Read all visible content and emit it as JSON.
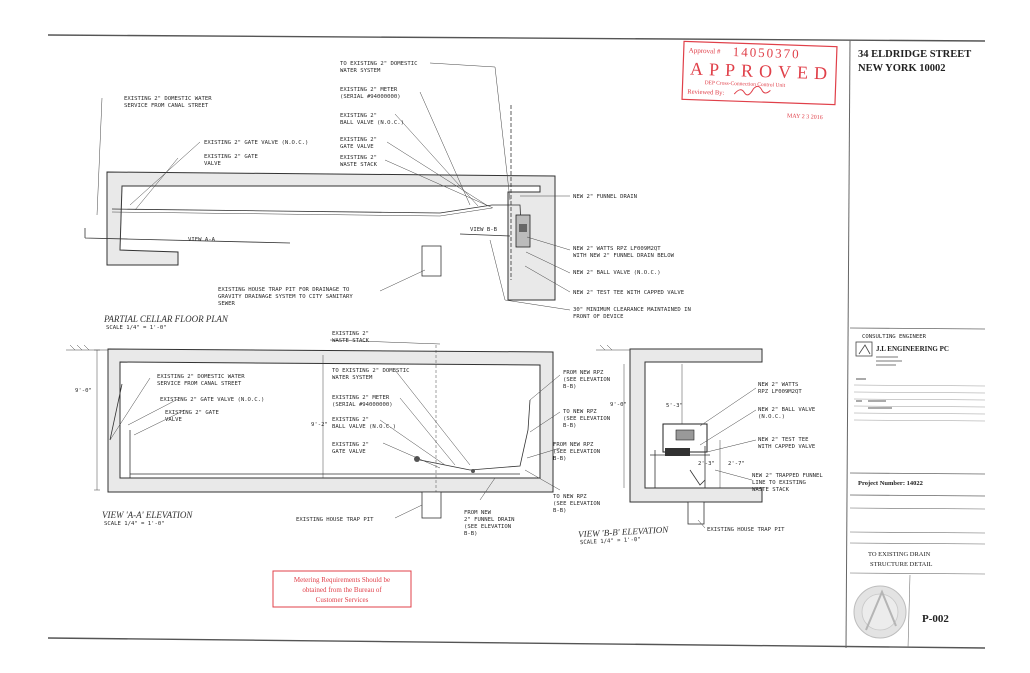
{
  "address": {
    "line1": "34 ELDRIDGE STREET",
    "line2": "NEW YORK 10002"
  },
  "stamp": {
    "approval_label": "Approval #",
    "approval_number": "14050370",
    "status": "APPROVED",
    "subtitle": "DEP Cross-Connection Control Unit",
    "reviewed_by": "Reviewed By:",
    "date": "MAY 2 3 2016",
    "color": "#e0404a"
  },
  "plan": {
    "title": "PARTIAL CELLAR FLOOR PLAN",
    "scale": "SCALE 1/4\" = 1'-0\"",
    "labels": [
      "TO EXISTING 2\" DOMESTIC",
      "WATER SYSTEM",
      "EXISTING 2\" DOMESTIC WATER",
      "SERVICE FROM CANAL STREET",
      "EXISTING 2\" METER",
      "(SERIAL #94000000)",
      "EXISTING 2\"",
      "BALL VALVE (N.O.C.)",
      "EXISTING 2\" GATE VALVE (N.O.C.)",
      "EXISTING 2\" GATE",
      "VALVE",
      "EXISTING 2\"",
      "GATE VALVE",
      "EXISTING 2\"",
      "WASTE STACK",
      "NEW 2\" FUNNEL DRAIN",
      "NEW 2\" WATTS RPZ LF009M2QT",
      "WITH NEW 2\" FUNNEL DRAIN BELOW",
      "NEW 2\" BALL VALVE (N.O.C.)",
      "NEW 2\" TEST TEE WITH CAPPED VALVE",
      "30\" MINIMUM CLEARANCE MAINTAINED IN",
      "FRONT OF DEVICE",
      "EXISTING HOUSE TRAP PIT FOR DRAINAGE TO",
      "GRAVITY DRAINAGE SYSTEM TO CITY SANITARY",
      "SEWER",
      "VIEW A-A",
      "VIEW B-B"
    ]
  },
  "elev_a": {
    "title": "VIEW 'A-A' ELEVATION",
    "scale": "SCALE 1/4\" = 1'-0\"",
    "dim": "9'-0\"",
    "dim2": "9'-2\"",
    "labels": [
      "EXISTING 2\"",
      "WASTE STACK",
      "EXISTING 2\" DOMESTIC WATER",
      "SERVICE FROM CANAL STREET",
      "TO EXISTING 2\" DOMESTIC",
      "WATER SYSTEM",
      "EXISTING 2\" GATE VALVE (N.O.C.)",
      "EXISTING 2\" GATE",
      "VALVE",
      "EXISTING 2\" METER",
      "(SERIAL #94000000)",
      "EXISTING 2\"",
      "BALL VALVE (N.O.C.)",
      "EXISTING 2\"",
      "GATE VALVE",
      "FROM NEW RPZ",
      "(SEE ELEVATION",
      "B-B)",
      "TO NEW RPZ",
      "(SEE ELEVATION",
      "B-B)",
      "FROM NEW RPZ",
      "(SEE ELEVATION",
      "B-B)",
      "FROM NEW",
      "2\" FUNNEL DRAIN",
      "(SEE ELEVATION",
      "B-B)",
      "TO NEW RPZ",
      "(SEE ELEVATION",
      "B-B)",
      "EXISTING HOUSE TRAP PIT"
    ]
  },
  "elev_b": {
    "title": "VIEW 'B-B' ELEVATION",
    "scale": "SCALE 1/4\" = 1'-0\"",
    "dim1": "9'-0\"",
    "dim2": "5'-3\"",
    "dim3": "2'-3\"",
    "dim4": "2'-7\"",
    "labels": [
      "NEW 2\" WATTS",
      "RPZ LF009M2QT",
      "NEW 2\" BALL VALVE",
      "(N.O.C.)",
      "NEW 2\" TEST TEE",
      "WITH CAPPED VALVE",
      "NEW 2\" TRAPPED FUNNEL",
      "LINE TO EXISTING",
      "WASTE STACK",
      "EXISTING HOUSE TRAP PIT"
    ]
  },
  "note_box": {
    "line1": "Metering Requirements Should be",
    "line2": "obtained from the Bureau of",
    "line3": "Customer Services"
  },
  "title_block": {
    "consulting": "CONSULTING ENGINEER",
    "firm": "J.L ENGINEERING PC",
    "project_number": "Project Number: 14022",
    "drawing_title_1": "TO EXISTING DRAIN",
    "drawing_title_2": "STRUCTURE DETAIL",
    "sheet": "P-002"
  }
}
